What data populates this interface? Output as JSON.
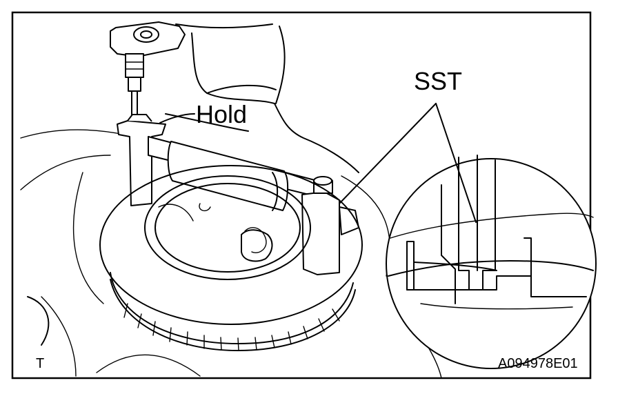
{
  "labels": {
    "hold": "Hold",
    "sst": "SST",
    "corner_mark": "T",
    "figure_code": "A094978E01"
  }
}
